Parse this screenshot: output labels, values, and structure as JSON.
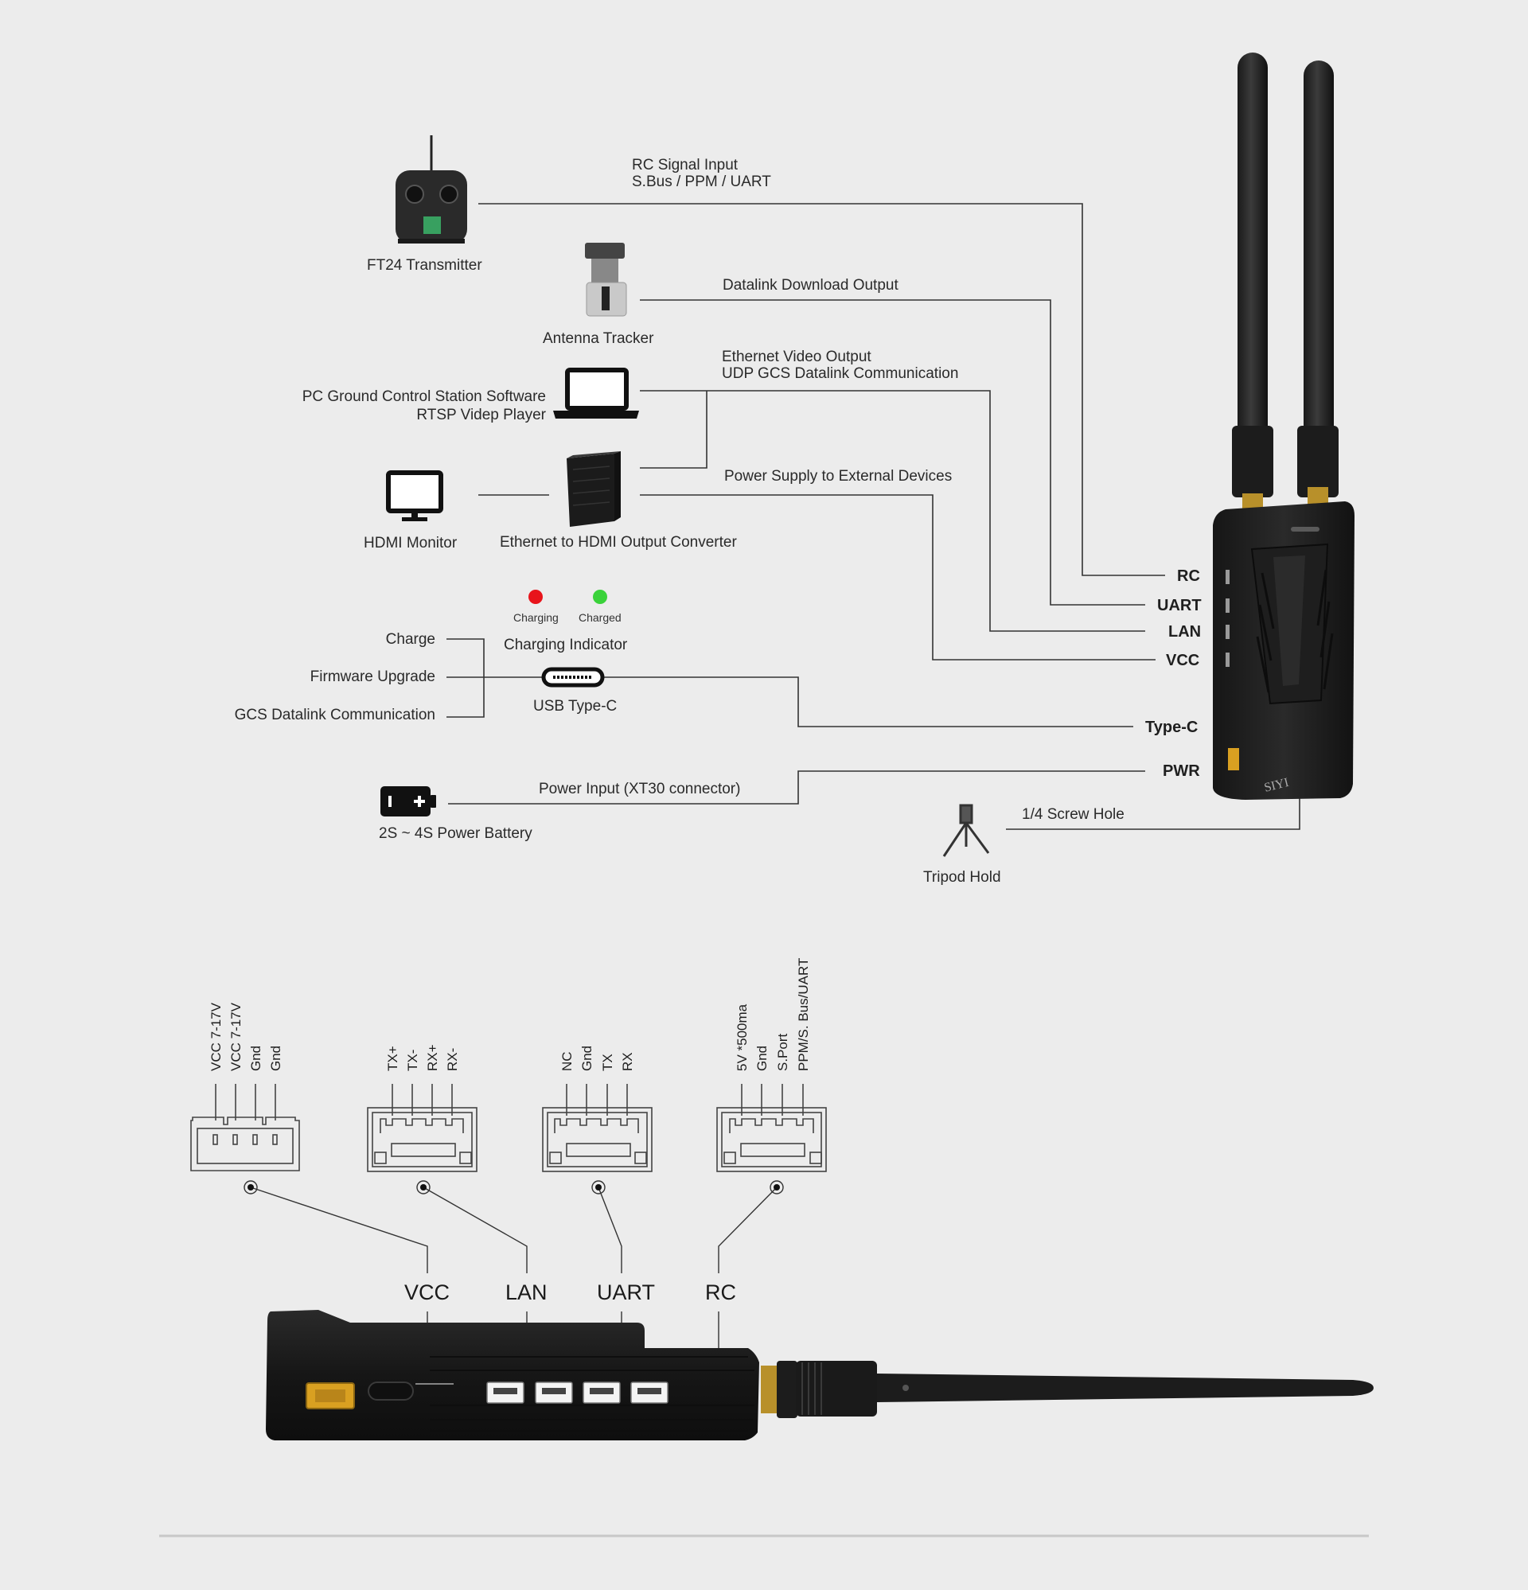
{
  "top_labels": {
    "rc_signal_line1": "RC Signal Input",
    "rc_signal_line2": "S.Bus / PPM / UART",
    "ft24": "FT24 Transmitter",
    "datalink_download": "Datalink Download Output",
    "antenna_tracker": "Antenna Tracker",
    "ethernet_video_line1": "Ethernet Video Output",
    "ethernet_video_line2": "UDP GCS Datalink Communication",
    "pc_gcs_line1": "PC Ground Control Station Software",
    "pc_gcs_line2": "RTSP Videp Player",
    "power_supply": "Power Supply to External Devices",
    "hdmi_monitor": "HDMI Monitor",
    "eth_hdmi_converter": "Ethernet to HDMI Output Converter",
    "charging": "Charging",
    "charged": "Charged",
    "charging_indicator": "Charging Indicator",
    "charge": "Charge",
    "firmware_upgrade": "Firmware Upgrade",
    "gcs_datalink": "GCS Datalink Communication",
    "usb_typec": "USB Type-C",
    "power_input": "Power Input (XT30 connector)",
    "battery": "2S ~ 4S Power Battery",
    "screw_hole": "1/4 Screw Hole",
    "tripod": "Tripod Hold"
  },
  "ports": {
    "rc": "RC",
    "uart": "UART",
    "lan": "LAN",
    "vcc": "VCC",
    "typec": "Type-C",
    "pwr": "PWR"
  },
  "device_brand": "SIYI",
  "connectors": [
    {
      "name": "VCC",
      "pins": [
        "VCC 7-17V",
        "VCC 7-17V",
        "Gnd",
        "Gnd"
      ]
    },
    {
      "name": "LAN",
      "pins": [
        "TX+",
        "TX-",
        "RX+",
        "RX-"
      ]
    },
    {
      "name": "UART",
      "pins": [
        "NC",
        "Gnd",
        "TX",
        "RX"
      ]
    },
    {
      "name": "RC",
      "pins": [
        "5V *500ma",
        "Gnd",
        "S.Port",
        "PPM/S. Bus/UART"
      ]
    }
  ],
  "colors": {
    "charging_led": "#e8141b",
    "charged_led": "#3ad23a",
    "line": "#333333",
    "xt30": "#d9a021"
  }
}
